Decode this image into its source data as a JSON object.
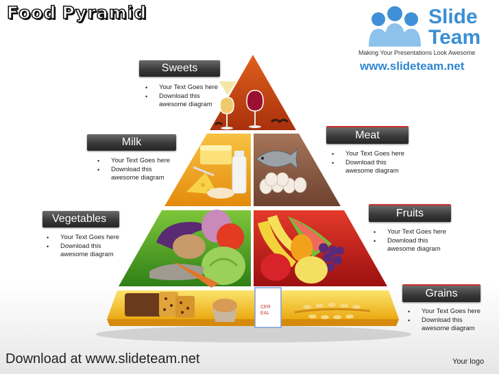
{
  "title": {
    "word1": "Food",
    "word2": "Pyramid"
  },
  "brand": {
    "name_line1": "Slide",
    "name_line2": "Team",
    "tagline": "Making Your Presentations Look Awesome",
    "url": "www.slideteam.net"
  },
  "sections": {
    "sweets": {
      "label": "Sweets",
      "points": [
        "Your Text Goes here",
        "Download this awesome diagram"
      ]
    },
    "milk": {
      "label": "Milk",
      "points": [
        "Your Text Goes here",
        "Download this awesome diagram"
      ]
    },
    "meat": {
      "label": "Meat",
      "points": [
        "Your Text Goes here",
        "Download this awesome diagram"
      ]
    },
    "vegetables": {
      "label": "Vegetables",
      "points": [
        "Your Text Goes here",
        "Download this awesome diagram"
      ]
    },
    "fruits": {
      "label": "Fruits",
      "points": [
        "Your Text Goes here",
        "Download this awesome diagram"
      ]
    },
    "grains": {
      "label": "Grains",
      "points": [
        "Your Text Goes here",
        "Download this awesome diagram"
      ]
    }
  },
  "cereal_box_text": [
    "CER",
    "EAL"
  ],
  "footer": {
    "download": "Download at www.slideteam.net",
    "logo_placeholder": "Your logo"
  },
  "colors": {
    "sweets": "#c43d10",
    "milk": "#f2a416",
    "meat": "#8f5e45",
    "vegetables": "#3f9a1f",
    "fruits": "#c21a1a",
    "grains": "#f4c51e"
  }
}
